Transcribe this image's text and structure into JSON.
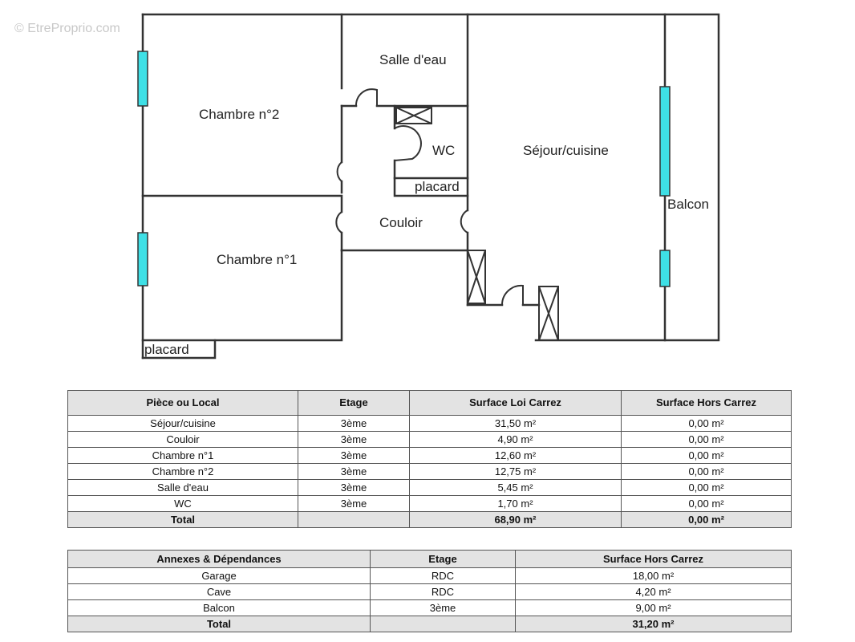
{
  "watermark": "© EtreProprio.com",
  "plan": {
    "rooms": {
      "salle_deau": "Salle d'eau",
      "chambre2": "Chambre n°2",
      "wc": "WC",
      "sejour": "Séjour/cuisine",
      "placard_wc": "placard",
      "balcon": "Balcon",
      "couloir": "Couloir",
      "chambre1": "Chambre n°1",
      "placard_ch1": "placard"
    },
    "colors": {
      "wall": "#333333",
      "window": "#3ee0e6"
    }
  },
  "table1": {
    "headers": [
      "Pièce ou Local",
      "Etage",
      "Surface Loi Carrez",
      "Surface Hors Carrez"
    ],
    "rows": [
      [
        "Séjour/cuisine",
        "3ème",
        "31,50 m²",
        "0,00 m²"
      ],
      [
        "Couloir",
        "3ème",
        "4,90 m²",
        "0,00 m²"
      ],
      [
        "Chambre n°1",
        "3ème",
        "12,60 m²",
        "0,00 m²"
      ],
      [
        "Chambre n°2",
        "3ème",
        "12,75 m²",
        "0,00 m²"
      ],
      [
        "Salle d'eau",
        "3ème",
        "5,45 m²",
        "0,00 m²"
      ],
      [
        "WC",
        "3ème",
        "1,70 m²",
        "0,00 m²"
      ]
    ],
    "total": [
      "Total",
      "",
      "68,90 m²",
      "0,00 m²"
    ]
  },
  "table2": {
    "headers": [
      "Annexes & Dépendances",
      "Etage",
      "Surface Hors Carrez"
    ],
    "rows": [
      [
        "Garage",
        "RDC",
        "18,00 m²"
      ],
      [
        "Cave",
        "RDC",
        "4,20 m²"
      ],
      [
        "Balcon",
        "3ème",
        "9,00 m²"
      ]
    ],
    "total": [
      "Total",
      "",
      "31,20 m²"
    ]
  }
}
